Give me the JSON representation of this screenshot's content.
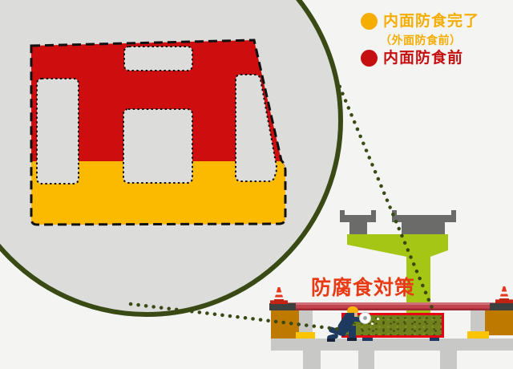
{
  "legend": {
    "items": [
      {
        "label": "内面防食完了",
        "sublabel": "（外面防食前）",
        "swatch": "yellow-circle",
        "color": "#F5AD00"
      },
      {
        "label": "内面防食前",
        "swatch": "red-circle",
        "color": "#C50F10"
      }
    ]
  },
  "callout": {
    "label": "防腐食対策",
    "color": "#E83A15"
  },
  "diagram": {
    "magnifier": {
      "shape": "circle",
      "border_color": "#3A4A15",
      "fill": "#DCDCDA",
      "content": "box-girder-cross-section",
      "zones": [
        {
          "name": "upper-webs-and-top-flange",
          "status": "内面防食前",
          "color": "#CE0E0E",
          "outline": "black-dashed"
        },
        {
          "name": "bottom-flange",
          "status": "内面防食完了（外面防食前）",
          "color": "#FBBA00",
          "outline": "black-dashed"
        },
        {
          "name": "hollow-cells",
          "count": 4,
          "color": "#DCDCDA",
          "outline": "black-dotted"
        }
      ]
    },
    "bridge_scene": {
      "elements": [
        "steel-girders-gray",
        "hammerhead-pier-green",
        "deck-edge-red",
        "traffic-cone-left",
        "traffic-cone-right",
        "equipment-box-left",
        "equipment-box-right",
        "support-columns-gray",
        "bearing-blocks-yellow",
        "lower-beam-concrete",
        "box-girder-under-treatment",
        "worker-with-grinder"
      ],
      "colors": {
        "pier_green": "#A5C614",
        "deck_red": "#C0434E",
        "girder_fill": "#70801C",
        "girder_border": "#E60012",
        "steel_gray": "#6B6B69",
        "concrete_gray": "#C8C8C6",
        "equipment_orange": "#BE7A00",
        "bearing_yellow": "#FFC400",
        "platform_dark": "#3C4140",
        "worker_navy": "#1E3A5F",
        "helmet_yellow": "#FFB300",
        "cone_red": "#E8351D"
      }
    },
    "callout_lines": {
      "style": "dotted",
      "color": "#3A4A15",
      "count": 2
    }
  }
}
